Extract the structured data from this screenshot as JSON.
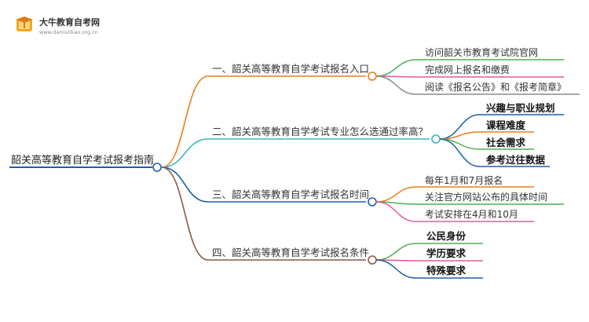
{
  "logo": {
    "title": "大牛教育自考网",
    "url": "www.daniuzikao.org.cn",
    "icon": "graduation-book-icon",
    "brand_color": "#f5a623"
  },
  "root": {
    "label": "韶关高等教育自学考试报考指南",
    "color": "#1f5fa8"
  },
  "branches": [
    {
      "label": "一、韶关高等教育自学考试报名入口",
      "color": "#f07c1a",
      "children": [
        {
          "label": "访问韶关市教育考试院官网",
          "color": "#4caf50"
        },
        {
          "label": "完成网上报名和缴费",
          "color": "#e05a9b"
        },
        {
          "label": "阅读《报名公告》和《报考简章》",
          "color": "#8a8a8a"
        }
      ]
    },
    {
      "label": "二、韶关高等教育自学考试专业怎么选通过率高？",
      "color": "#39b5c4",
      "children": [
        {
          "label": "兴趣与职业规划",
          "color": "#1f5fa8"
        },
        {
          "label": "课程难度",
          "color": "#f07c1a"
        },
        {
          "label": "社会需求",
          "color": "#4caf50"
        },
        {
          "label": "参考过往数据",
          "color": "#1f5fa8"
        }
      ]
    },
    {
      "label": "三、韶关高等教育自学考试报名时间",
      "color": "#1f5fa8",
      "children": [
        {
          "label": "每年1月和7月报名",
          "color": "#f07c1a"
        },
        {
          "label": "关注官方网站公布的具体时间",
          "color": "#4caf50"
        },
        {
          "label": "考试安排在4月和10月",
          "color": "#e05a9b"
        }
      ]
    },
    {
      "label": "四、韶关高等教育自学考试报名条件",
      "color": "#8b5a44",
      "children": [
        {
          "label": "公民身份",
          "color": "#4caf50"
        },
        {
          "label": "学历要求",
          "color": "#e05a9b"
        },
        {
          "label": "特殊要求",
          "color": "#1f5fa8"
        }
      ]
    }
  ]
}
